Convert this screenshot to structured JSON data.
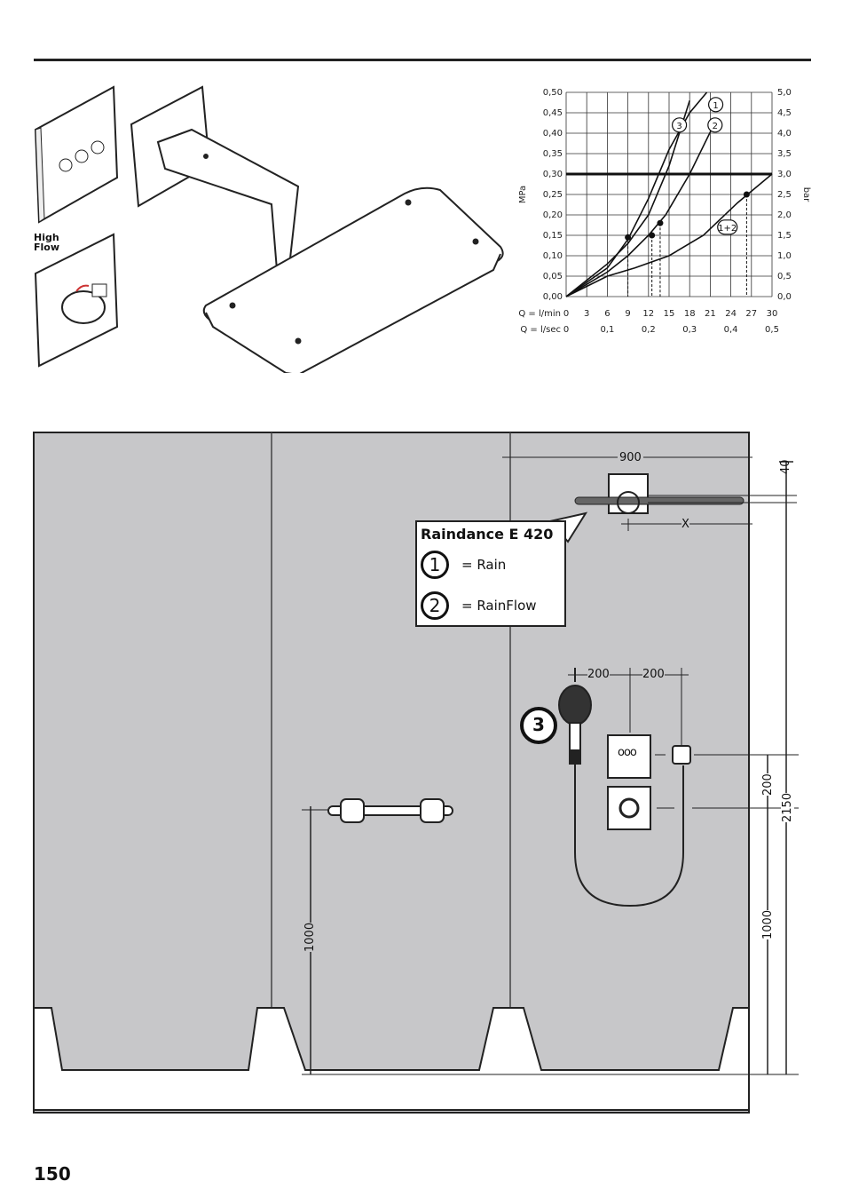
{
  "labels": {
    "high_flow_line1": "High",
    "high_flow_line2": "Flow",
    "page_number": "150"
  },
  "chart_data": {
    "type": "line",
    "y_left_label": "MPa",
    "y_right_label": "bar",
    "x_label_1": "Q = l/min",
    "x_label_2": "Q = l/sec",
    "x_ticks_lmin": [
      "0",
      "3",
      "6",
      "9",
      "12",
      "15",
      "18",
      "21",
      "24",
      "27",
      "30"
    ],
    "x_ticks_lsec": [
      "0",
      "0,1",
      "0,2",
      "0,3",
      "0,4",
      "0,5"
    ],
    "y_ticks_mpa": [
      "0,00",
      "0,05",
      "0,10",
      "0,15",
      "0,20",
      "0,25",
      "0,30",
      "0,35",
      "0,40",
      "0,45",
      "0,50"
    ],
    "y_ticks_bar": [
      "0,0",
      "0,5",
      "1,0",
      "1,5",
      "2,0",
      "2,5",
      "3,0",
      "3,5",
      "4,0",
      "4,5",
      "5,0"
    ],
    "xlim": [
      0,
      30
    ],
    "ylim": [
      0,
      0.5
    ],
    "reference_line_mpa": 0.3,
    "series": [
      {
        "name": "1",
        "x": [
          0,
          6,
          9,
          12,
          15,
          18,
          20.5
        ],
        "y": [
          0,
          0.07,
          0.14,
          0.24,
          0.36,
          0.45,
          0.5
        ]
      },
      {
        "name": "2",
        "x": [
          0,
          6,
          9,
          12,
          14.5,
          18,
          21.5
        ],
        "y": [
          0,
          0.06,
          0.1,
          0.15,
          0.2,
          0.3,
          0.42
        ]
      },
      {
        "name": "3",
        "x": [
          0,
          6,
          9,
          12,
          15,
          18
        ],
        "y": [
          0,
          0.08,
          0.13,
          0.2,
          0.32,
          0.48
        ]
      },
      {
        "name": "1+2",
        "x": [
          0,
          6,
          10,
          15,
          20,
          25,
          30
        ],
        "y": [
          0,
          0.05,
          0.07,
          0.1,
          0.15,
          0.23,
          0.3
        ]
      }
    ],
    "markers": [
      {
        "x": 9,
        "y": 0.145
      },
      {
        "x": 12.5,
        "y": 0.15
      },
      {
        "x": 13.7,
        "y": 0.18
      },
      {
        "x": 26.3,
        "y": 0.25
      }
    ]
  },
  "legend": {
    "title": "Raindance E 420",
    "items": [
      {
        "num": "1",
        "text": "= Rain"
      },
      {
        "num": "2",
        "text": "= RainFlow"
      }
    ]
  },
  "dimensions": {
    "d900": "900",
    "d40": "40",
    "dx": "X",
    "d200a": "200",
    "d200b": "200",
    "d200v": "200",
    "d2150": "2150",
    "d1000r": "1000",
    "d1000l": "1000",
    "callout3": "3",
    "icon_ooo": "ooo"
  },
  "colors": {
    "wall": "#c7c7c9",
    "line": "#222222"
  }
}
